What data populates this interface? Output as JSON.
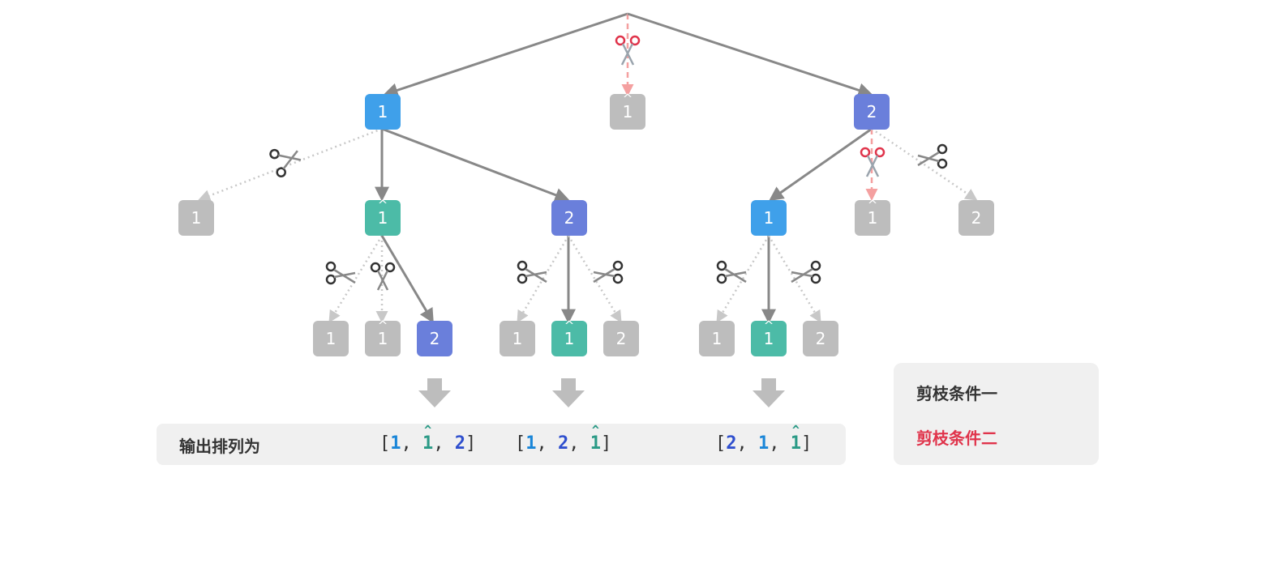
{
  "colors": {
    "blue": "#3fa0ea",
    "indigo": "#6a7fdb",
    "teal": "#4cbba7",
    "gray_node": "#bdbdbd",
    "edge": "#888888",
    "pruned_edge": "#c8c8c8",
    "pruned_edge_2": "#f4a0a0",
    "scissor_dark": "#333333",
    "scissor_red": "#e0344b",
    "num_blue": "#1a86d8",
    "num_indigo": "#2f4fce",
    "num_teal": "#2b9a86"
  },
  "nodes": [
    {
      "id": "n-l1-1",
      "label": "1",
      "hat": false,
      "style": "blue"
    },
    {
      "id": "n-l1-1hat",
      "label": "1",
      "hat": true,
      "style": "gray"
    },
    {
      "id": "n-l1-2",
      "label": "2",
      "hat": false,
      "style": "indigo"
    },
    {
      "id": "n-l2-a1",
      "label": "1",
      "hat": false,
      "style": "gray"
    },
    {
      "id": "n-l2-a1hat",
      "label": "1",
      "hat": true,
      "style": "teal"
    },
    {
      "id": "n-l2-a2",
      "label": "2",
      "hat": false,
      "style": "indigo"
    },
    {
      "id": "n-l2-b1",
      "label": "1",
      "hat": false,
      "style": "blue"
    },
    {
      "id": "n-l2-b1hat",
      "label": "1",
      "hat": true,
      "style": "gray"
    },
    {
      "id": "n-l2-b2",
      "label": "2",
      "hat": false,
      "style": "gray"
    },
    {
      "id": "n-l3-a1",
      "label": "1",
      "hat": false,
      "style": "gray"
    },
    {
      "id": "n-l3-a1hat",
      "label": "1",
      "hat": true,
      "style": "gray"
    },
    {
      "id": "n-l3-a2",
      "label": "2",
      "hat": false,
      "style": "indigo"
    },
    {
      "id": "n-l3-b1",
      "label": "1",
      "hat": false,
      "style": "gray"
    },
    {
      "id": "n-l3-b1hat",
      "label": "1",
      "hat": true,
      "style": "teal"
    },
    {
      "id": "n-l3-b2",
      "label": "2",
      "hat": false,
      "style": "gray"
    },
    {
      "id": "n-l3-c1",
      "label": "1",
      "hat": false,
      "style": "gray"
    },
    {
      "id": "n-l3-c1hat",
      "label": "1",
      "hat": true,
      "style": "teal"
    },
    {
      "id": "n-l3-c2",
      "label": "2",
      "hat": false,
      "style": "gray"
    }
  ],
  "result_label": "输出排列为",
  "results": [
    [
      {
        "t": "1",
        "hat": false,
        "c": "num_blue"
      },
      {
        "t": "1",
        "hat": true,
        "c": "num_teal"
      },
      {
        "t": "2",
        "hat": false,
        "c": "num_indigo"
      }
    ],
    [
      {
        "t": "1",
        "hat": false,
        "c": "num_blue"
      },
      {
        "t": "2",
        "hat": false,
        "c": "num_indigo"
      },
      {
        "t": "1",
        "hat": true,
        "c": "num_teal"
      }
    ],
    [
      {
        "t": "2",
        "hat": false,
        "c": "num_indigo"
      },
      {
        "t": "1",
        "hat": false,
        "c": "num_blue"
      },
      {
        "t": "1",
        "hat": true,
        "c": "num_teal"
      }
    ]
  ],
  "legend": {
    "rule_1": "剪枝条件一",
    "rule_2": "剪枝条件二"
  }
}
